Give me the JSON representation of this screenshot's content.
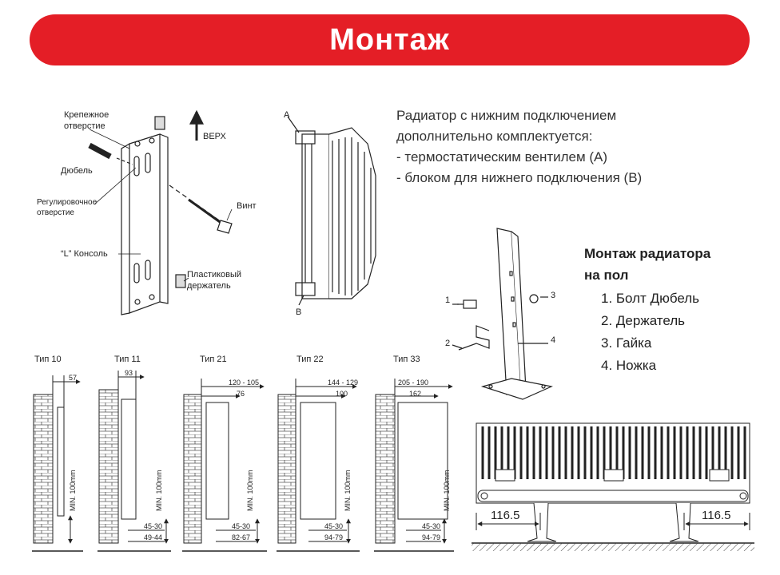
{
  "header": {
    "title": "Монтаж"
  },
  "bracket_labels": {
    "mount_hole_1": "Крепежное",
    "mount_hole_2": "отверстие",
    "dowel": "Дюбель",
    "adjust_hole_1": "Регулировочное",
    "adjust_hole_2": "отверстие",
    "console": "“L” Консоль",
    "up": "ВЕРХ",
    "screw": "Винт",
    "holder_1": "Пластиковый",
    "holder_2": "держатель"
  },
  "radiator_labels": {
    "a": "A",
    "b": "B"
  },
  "description": {
    "line1": "Радиатор с нижним подключением",
    "line2": "дополнительно комплектуется:",
    "line3": "- термостатическим вентилем (А)",
    "line4": "- блоком для нижнего подключения (В)"
  },
  "floor_mount": {
    "title_1": "Монтаж радиатора",
    "title_2": "на пол",
    "items": [
      "1. Болт Дюбель",
      "2. Держатель",
      "3. Гайка",
      "4. Ножка"
    ],
    "callouts": [
      "1",
      "2",
      "3",
      "4"
    ],
    "dim_left": "116.5",
    "dim_right": "116.5"
  },
  "types": [
    {
      "label": "Тип 10",
      "top": "57",
      "top2": "",
      "min": "MIN. 100mm",
      "bot1": "",
      "bot2": ""
    },
    {
      "label": "Тип 11",
      "top": "93",
      "top2": "",
      "min": "MIN. 100mm",
      "bot1": "45-30",
      "bot2": "49-44"
    },
    {
      "label": "Тип 21",
      "top": "120 - 105",
      "top2": "76",
      "min": "MIN. 100mm",
      "bot1": "45-30",
      "bot2": "82-67"
    },
    {
      "label": "Тип 22",
      "top": "144 - 129",
      "top2": "100",
      "min": "MIN. 100mm",
      "bot1": "45-30",
      "bot2": "94-79"
    },
    {
      "label": "Тип 33",
      "top": "205 - 190",
      "top2": "162",
      "min": "MIN. 100mm",
      "bot1": "45-30",
      "bot2": "94-79"
    }
  ]
}
